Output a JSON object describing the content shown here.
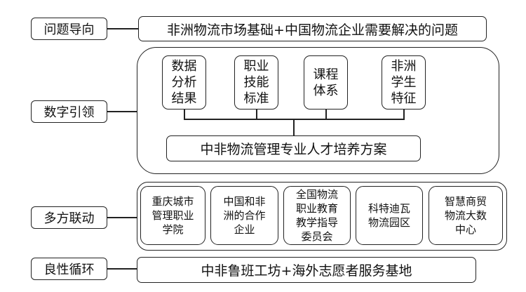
{
  "rows": {
    "guidance": {
      "label": "问题导向",
      "content": "非洲物流市场基础+中国物流企业需要解决的问题"
    },
    "digital": {
      "label": "数字引领",
      "inputs": [
        "数据\n分析\n结果",
        "职业\n技能\n标准",
        "课程\n体系",
        "非洲\n学生\n特征"
      ],
      "output": "中非物流管理专业人才培养方案"
    },
    "linkage": {
      "label": "多方联动",
      "partners": [
        "重庆城市\n管理职业\n学院",
        "中国和非\n洲的合作\n企业",
        "全国物流\n职业教育\n教学指导\n委员会",
        "科特迪瓦\n物流园区",
        "智慧商贸\n物流大数\n中心"
      ]
    },
    "cycle": {
      "label": "良性循环",
      "content": "中非鲁班工坊+海外志愿者服务基地"
    }
  }
}
